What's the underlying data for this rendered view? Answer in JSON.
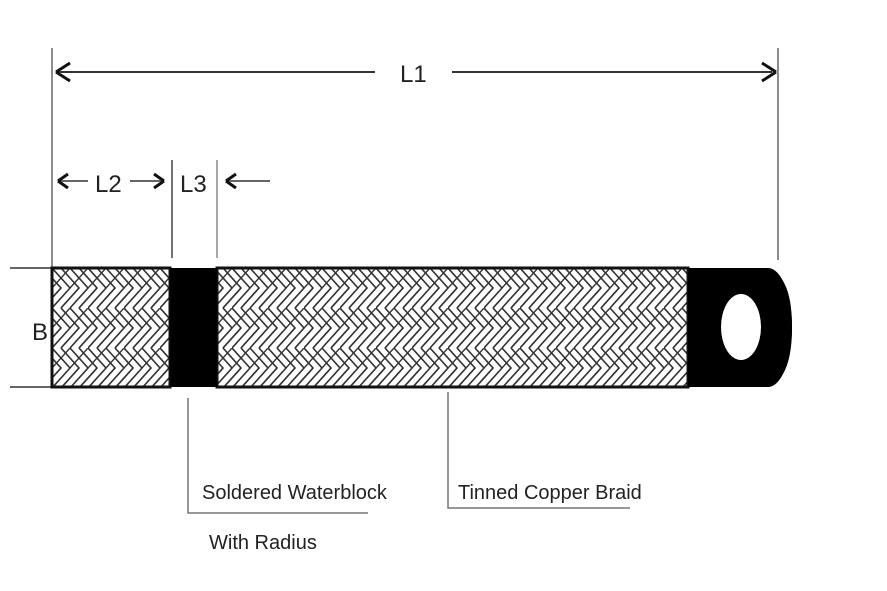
{
  "dimensions": {
    "l1": "L1",
    "l2": "L2",
    "l3": "L3",
    "b": "B"
  },
  "callouts": {
    "waterblock_line1": "Soldered Waterblock",
    "waterblock_line2": "With Radius",
    "braid": "Tinned Copper Braid"
  },
  "colors": {
    "ink": "#000000",
    "dim_line": "#555555"
  }
}
